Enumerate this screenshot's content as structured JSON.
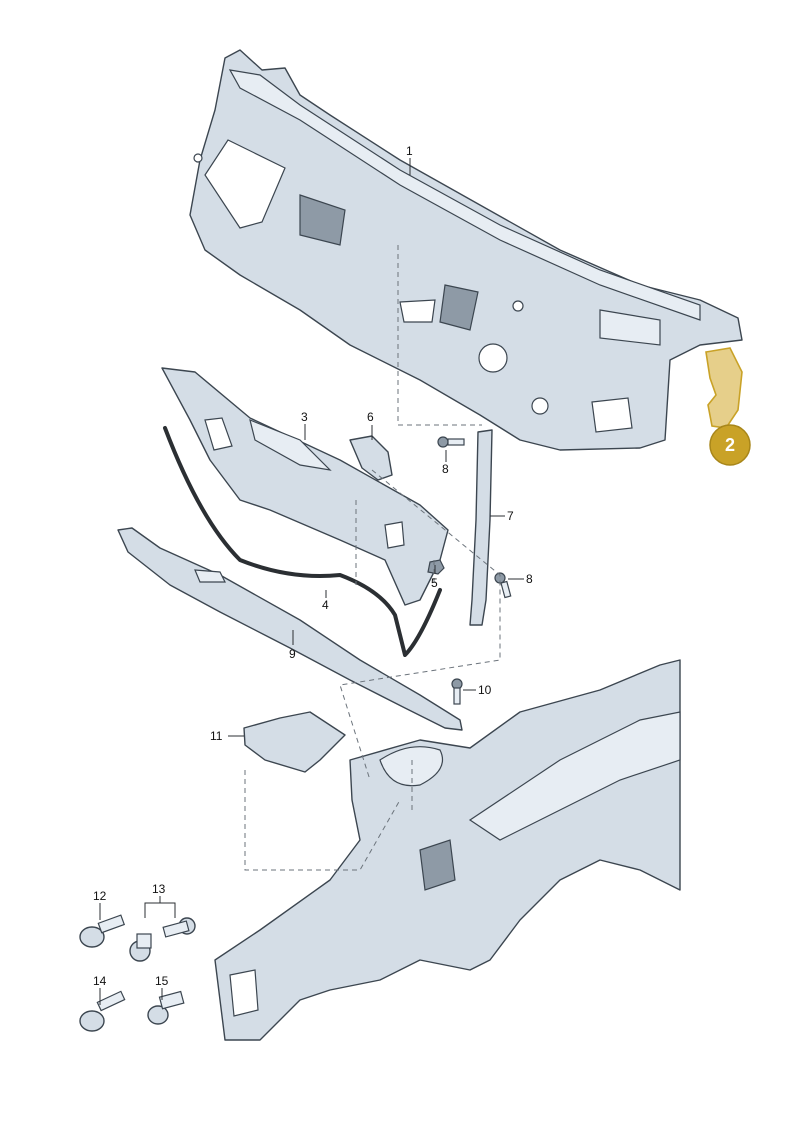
{
  "callouts": {
    "c1": "1",
    "c3": "3",
    "c4": "4",
    "c5": "5",
    "c6": "6",
    "c7": "7",
    "c8a": "8",
    "c8b": "8",
    "c9": "9",
    "c10": "10",
    "c11": "11",
    "c12": "12",
    "c13": "13",
    "c14": "14",
    "c15": "15"
  },
  "highlight": {
    "badge": "2",
    "color": "#c9a227"
  },
  "colors": {
    "part_fill": "#d4dde6",
    "outline": "#3c4650"
  }
}
